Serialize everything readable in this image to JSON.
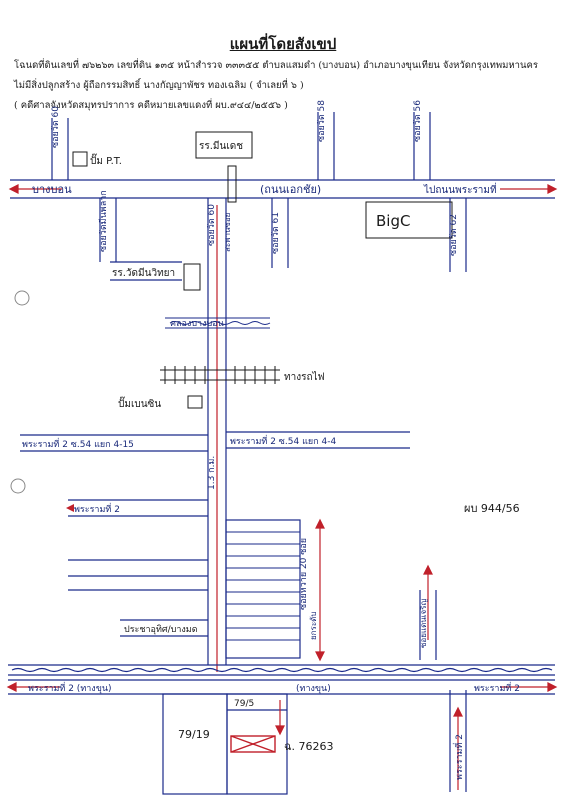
{
  "document": {
    "title": "แผนที่โดยสังเขป",
    "line1": "โฉนดที่ดินเลขที่ ๗๖๒๖๓ เลขที่ดิน ๑๓๕ หน้าสำรวจ ๓๓๓๕๕ ตำบลแสมดำ (บางบอน) อำเภอบางขุนเทียน จังหวัดกรุงเทพมหานคร",
    "line2": "ไม่มีสิ่งปลูกสร้าง ผู้ถือกรรมสิทธิ์ นางกัญญาพัชร ทองเฉลิม ( จำเลยที่ ๖ )",
    "line3": "( คดีศาลจังหวัดสมุทรปราการ คดีหมายเลขแดงที่ ผบ.๙๔๔/๒๕๕๖ )",
    "case_note": "ผบ 944/56"
  },
  "map": {
    "labels": {
      "soi60_top": "ซอยวัด 60",
      "pump_pt": "ปั๊ม P.T.",
      "school": "รร.มีนเดช",
      "soi58": "ซอยวัด 58",
      "soi56": "ซอยวัด 56",
      "bangbon": "บางบอน",
      "ekachai": "(ถนนเอกชัย)",
      "to_kamphaeng": "ไปถนนพระรามที่",
      "bigc": "BigC",
      "soi_left": "ซอยวัดมีนพลาก",
      "soi60": "ซอยวัด 60",
      "soi60_side": "สะพานซอย",
      "soi61": "ซอยวัด 61",
      "soi62": "ซอยวัด 62",
      "rr_school": "รร.วัดมีนวิทยา",
      "canal_bangbon": "คลองบางบอน",
      "railway": "ทางรถไฟ",
      "pump_ptt": "ปั๊มเบนซิน",
      "rama2_54_left": "พระรามที่ 2 ซ.54 แยก 4-15",
      "rama2_54_right": "พระรามที่ 2 ซ.54 แยก 4-4",
      "distance": "1.3 ก.ม.",
      "rama2_left": "พระรามที่ 2",
      "lane_label": "ซอยหวาย 20 ซอย",
      "lane2": "ยกระดับ",
      "soi_right": "ซอยแดนเจริญ",
      "rama2_right_vert": "พระรามที่ 2",
      "pracha": "ประชาอุทิศ/บางมด",
      "rama2_bottom_left": "พระรามที่ 2 (ทางขุน)",
      "rama2_bottom_mid": "(ทางขุน)",
      "rama2_bottom_right": "พระรามที่ 2",
      "plot_79_19": "79/19",
      "plot_79_5": "79/5",
      "deed": "ฉ. 76263",
      "rama2_vert_bottom": "พระรามที่ 2"
    }
  }
}
